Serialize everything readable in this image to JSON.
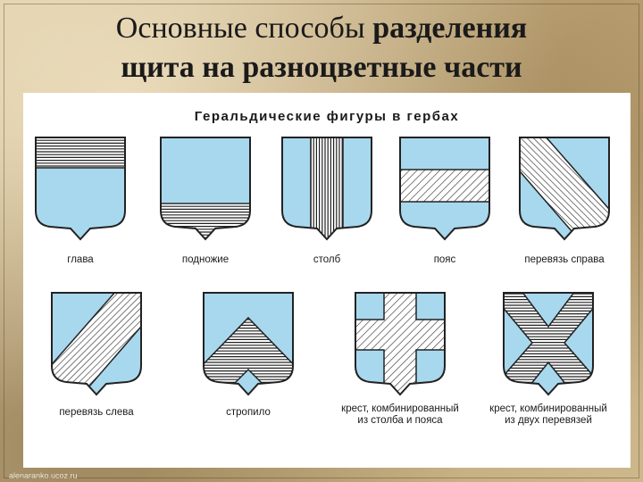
{
  "slide_title": {
    "part1": "Основные способы ",
    "part2": "разделения",
    "line2": "щита на разноцветные части"
  },
  "diagram_title": "Геральдические фигуры в гербах",
  "figures": [
    {
      "id": "glava",
      "label": "глава"
    },
    {
      "id": "podnozhie",
      "label": "подножие"
    },
    {
      "id": "stolb",
      "label": "столб"
    },
    {
      "id": "poyas",
      "label": "пояс"
    },
    {
      "id": "perevyaz-sprava",
      "label": "перевязь справа"
    },
    {
      "id": "perevyaz-sleva",
      "label": "перевязь слева"
    },
    {
      "id": "stropilo",
      "label": "стропило"
    },
    {
      "id": "krest-stolb-poyas",
      "label_line1": "крест, комбинированный",
      "label_line2": "из столба и пояса"
    },
    {
      "id": "krest-perevyazi",
      "label_line1": "крест, комбинированный",
      "label_line2": "из двух перевязей"
    }
  ],
  "footer": "alenaranko.ucoz.ru",
  "colors": {
    "field": "#a8d8ee",
    "outline": "#222222",
    "hatch": "#222222"
  }
}
